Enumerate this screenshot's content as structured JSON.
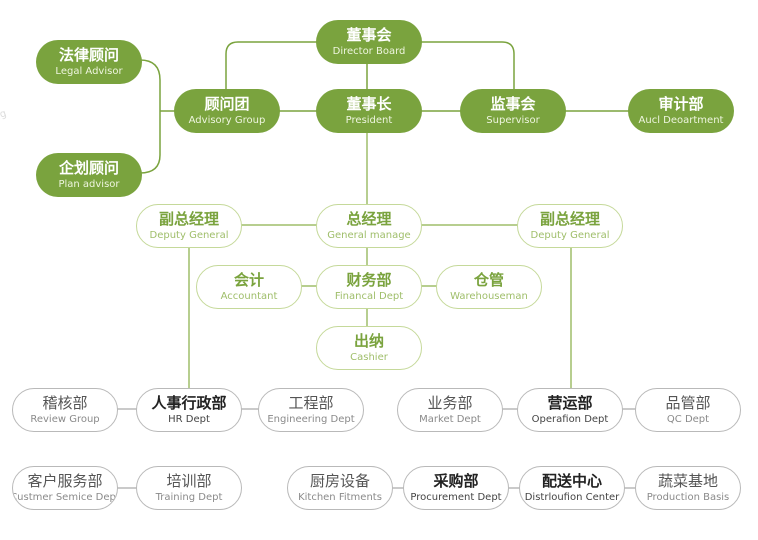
{
  "watermark": "ag",
  "nodes": {
    "board": {
      "zh": "董事会",
      "en": "Director Board"
    },
    "president": {
      "zh": "董事长",
      "en": "President"
    },
    "advisory": {
      "zh": "顾问团",
      "en": "Advisory Group"
    },
    "supervisor": {
      "zh": "监事会",
      "en": "Supervisor"
    },
    "legal": {
      "zh": "法律顾问",
      "en": "Legal Advisor"
    },
    "plan": {
      "zh": "企划顾问",
      "en": "Plan advisor"
    },
    "audit": {
      "zh": "审计部",
      "en": "Aucl Deoartment"
    },
    "gm": {
      "zh": "总经理",
      "en": "General manage"
    },
    "dgm_left": {
      "zh": "副总经理",
      "en": "Deputy General"
    },
    "dgm_right": {
      "zh": "副总经理",
      "en": "Deputy General"
    },
    "finance": {
      "zh": "财务部",
      "en": "Financal Dept"
    },
    "accountant": {
      "zh": "会计",
      "en": "Accountant"
    },
    "warehouse": {
      "zh": "仓管",
      "en": "Warehouseman"
    },
    "cashier": {
      "zh": "出纳",
      "en": "Cashier"
    },
    "review": {
      "zh": "稽核部",
      "en": "Review Group"
    },
    "hr": {
      "zh": "人事行政部",
      "en": "HR Dept"
    },
    "engineering": {
      "zh": "工程部",
      "en": "Engineering Dept"
    },
    "market": {
      "zh": "业务部",
      "en": "Market Dept"
    },
    "operation": {
      "zh": "营运部",
      "en": "Operafion Dept"
    },
    "qc": {
      "zh": "品管部",
      "en": "QC Dept"
    },
    "customer": {
      "zh": "客户服务部",
      "en": "Custmer Semice Dept"
    },
    "training": {
      "zh": "培训部",
      "en": "Training Dept"
    },
    "kitchen": {
      "zh": "厨房设备",
      "en": "Kitchen Fitments"
    },
    "procurement": {
      "zh": "采购部",
      "en": "Procurement Dept"
    },
    "distribution": {
      "zh": "配送中心",
      "en": "Distrloufion Center"
    },
    "production": {
      "zh": "蔬菜基地",
      "en": "Production Basis"
    }
  }
}
